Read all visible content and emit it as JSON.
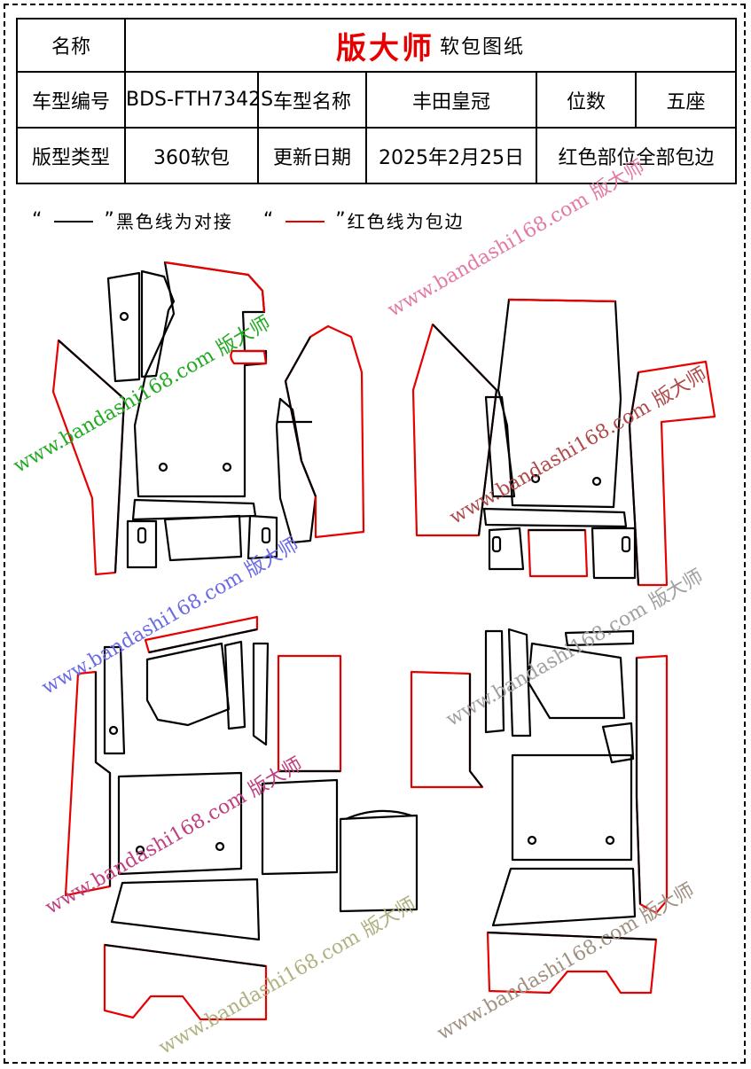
{
  "header": {
    "name_label": "名称",
    "brand": "版大师",
    "doc_type": "软包图纸",
    "model_code_label": "车型编号",
    "model_code": "BDS-FTH7342S",
    "model_name_label": "车型名称",
    "model_name": "丰田皇冠",
    "seats_label": "位数",
    "seats": "五座",
    "type_label": "版型类型",
    "type": "360软包",
    "update_label": "更新日期",
    "update_date": "2025年2月25日",
    "note": "红色部位全部包边"
  },
  "legend": {
    "open_quote": "“",
    "close_quote": "”",
    "black_text": "黑色线为对接",
    "red_text": "红色线为包边"
  },
  "watermarks": {
    "site": "www.bandashi168.com",
    "brand": "版大师"
  },
  "colors": {
    "binding_line": "#e60000",
    "seam_line": "#000000"
  }
}
